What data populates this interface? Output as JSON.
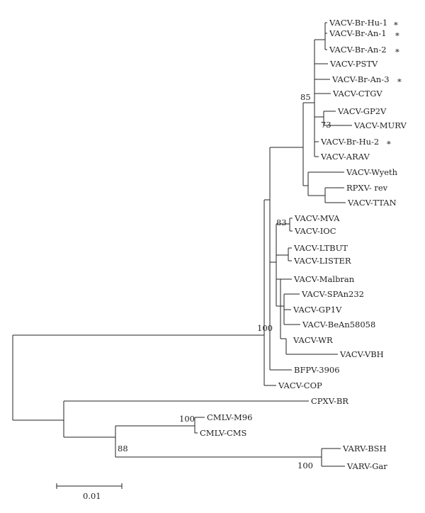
{
  "tree": {
    "taxa": [
      {
        "id": "brhu1",
        "label": "VACV-Br-Hu-1",
        "mark": "∗"
      },
      {
        "id": "bran1",
        "label": "VACV-Br-An-1",
        "mark": "∗"
      },
      {
        "id": "bran2",
        "label": "VACV-Br-An-2",
        "mark": "∗"
      },
      {
        "id": "pstv",
        "label": "VACV-PSTV",
        "mark": ""
      },
      {
        "id": "bran3",
        "label": "VACV-Br-An-3",
        "mark": "∗"
      },
      {
        "id": "ctgv",
        "label": "VACV-CTGV",
        "mark": ""
      },
      {
        "id": "gp2v",
        "label": "VACV-GP2V",
        "mark": ""
      },
      {
        "id": "murv",
        "label": "VACV-MURV",
        "mark": ""
      },
      {
        "id": "brhu2",
        "label": "VACV-Br-Hu-2",
        "mark": "∗"
      },
      {
        "id": "arav",
        "label": "VACV-ARAV",
        "mark": ""
      },
      {
        "id": "wyeth",
        "label": "VACV-Wyeth",
        "mark": ""
      },
      {
        "id": "rpxv",
        "label": "RPXV- rev",
        "mark": ""
      },
      {
        "id": "ttan",
        "label": "VACV-TTAN",
        "mark": ""
      },
      {
        "id": "mva",
        "label": "VACV-MVA",
        "mark": ""
      },
      {
        "id": "ioc",
        "label": "VACV-IOC",
        "mark": ""
      },
      {
        "id": "ltbut",
        "label": "VACV-LTBUT",
        "mark": ""
      },
      {
        "id": "lister",
        "label": "VACV-LISTER",
        "mark": ""
      },
      {
        "id": "malbran",
        "label": "VACV-Malbran",
        "mark": ""
      },
      {
        "id": "span232",
        "label": "VACV-SPAn232",
        "mark": ""
      },
      {
        "id": "gp1v",
        "label": "VACV-GP1V",
        "mark": ""
      },
      {
        "id": "bean58058",
        "label": "VACV-BeAn58058",
        "mark": ""
      },
      {
        "id": "wr",
        "label": "VACV-WR",
        "mark": ""
      },
      {
        "id": "vbh",
        "label": "VACV-VBH",
        "mark": ""
      },
      {
        "id": "bfpv",
        "label": "BFPV-3906",
        "mark": ""
      },
      {
        "id": "cop",
        "label": "VACV-COP",
        "mark": ""
      },
      {
        "id": "cpxv",
        "label": "CPXV-BR",
        "mark": ""
      },
      {
        "id": "m96",
        "label": "CMLV-M96",
        "mark": ""
      },
      {
        "id": "cms",
        "label": "CMLV-CMS",
        "mark": ""
      },
      {
        "id": "bsh",
        "label": "VARV-BSH",
        "mark": ""
      },
      {
        "id": "gar",
        "label": "VARV-Gar",
        "mark": ""
      }
    ],
    "bootstrap": [
      {
        "id": "bs85",
        "value": "85"
      },
      {
        "id": "bs73",
        "value": "73"
      },
      {
        "id": "bs83",
        "value": "83"
      },
      {
        "id": "bs100vacv",
        "value": "100"
      },
      {
        "id": "bs100cmlv",
        "value": "100"
      },
      {
        "id": "bs88",
        "value": "88"
      },
      {
        "id": "bs100varv",
        "value": "100"
      }
    ],
    "scale_bar": {
      "label": "0.01"
    }
  }
}
